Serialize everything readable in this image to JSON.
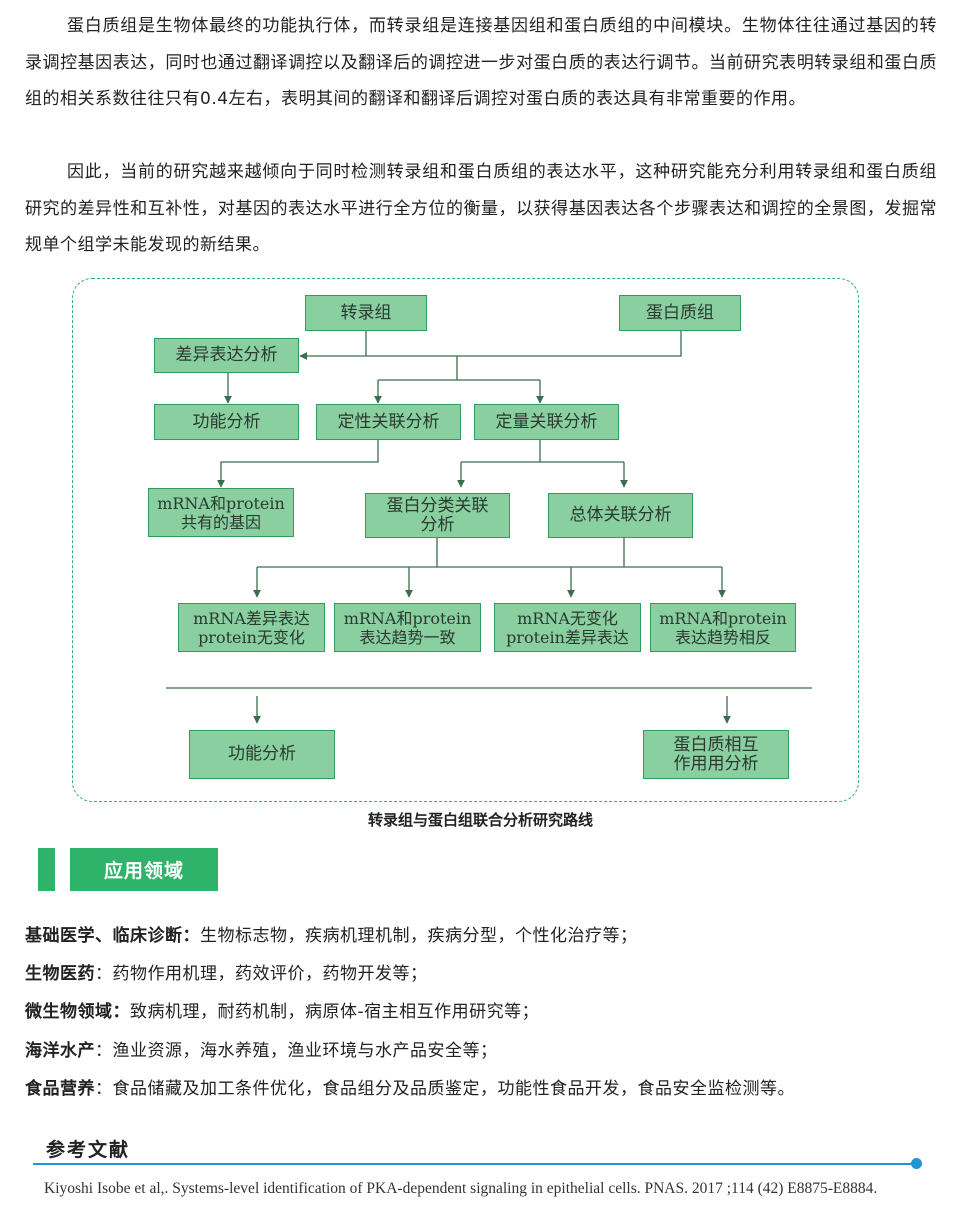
{
  "intro": {
    "p1": "蛋白质组是生物体最终的功能执行体，而转录组是连接基因组和蛋白质组的中间模块。生物体往往通过基因的转录调控基因表达，同时也通过翻译调控以及翻译后的调控进一步对蛋白质的表达行调节。当前研究表明转录组和蛋白质组的相关系数往往只有0.4左右，表明其间的翻译和翻译后调控对蛋白质的表达具有非常重要的作用。",
    "p2": "因此，当前的研究越来越倾向于同时检测转录组和蛋白质组的表达水平，这种研究能充分利用转录组和蛋白质组研究的差异性和互补性，对基因的表达水平进行全方位的衡量，以获得基因表达各个步骤表达和调控的全景图，发掘常规单个组学未能发现的新结果。"
  },
  "diagram": {
    "transcriptome": "转录组",
    "proteome": "蛋白质组",
    "diff_analysis": "差异表达分析",
    "func_analysis_1": "功能分析",
    "qual_assoc": "定性关联分析",
    "quant_assoc": "定量关联分析",
    "shared_genes": [
      "mRNA和protein",
      "共有的基因"
    ],
    "class_assoc": [
      "蛋白分类关联",
      "分析"
    ],
    "overall_assoc": "总体关联分析",
    "pattern1": [
      "mRNA差异表达",
      "protein无变化"
    ],
    "pattern2": [
      "mRNA和protein",
      "表达趋势一致"
    ],
    "pattern3": [
      "mRNA无变化",
      "protein差异表达"
    ],
    "pattern4": [
      "mRNA和protein",
      "表达趋势相反"
    ],
    "func_analysis_2": "功能分析",
    "ppi": [
      "蛋白质相互",
      "作用用分析"
    ],
    "caption": "转录组与蛋白组联合分析研究路线",
    "colors": {
      "box_fill": "#89cfa0",
      "box_border": "#2f9e5c",
      "dashed_frame": "#2fb36a",
      "lines": "#3a6e4e"
    }
  },
  "section": {
    "title": "应用领域",
    "accent": "#2fb36a"
  },
  "applications": [
    {
      "label": "基础医学、临床诊断：",
      "text": "生物标志物，疾病机理机制，疾病分型，个性化治疗等；"
    },
    {
      "label": "生物医药",
      "text": "：药物作用机理，药效评价，药物开发等；"
    },
    {
      "label": "微生物领域：",
      "text": "致病机理，耐药机制，病原体-宿主相互作用研究等；"
    },
    {
      "label": "海洋水产",
      "text": "：渔业资源，海水养殖，渔业环境与水产品安全等；"
    },
    {
      "label": "食品营养",
      "text": "：食品储藏及加工条件优化，食品组分及品质鉴定，功能性食品开发，食品安全监检测等。"
    }
  ],
  "references": {
    "title": "参考文献",
    "text": "Kiyoshi Isobe et al,. Systems-level identification of PKA-dependent signaling in epithelial cells. PNAS. 2017 ;114 (42) E8875-E8884.",
    "accent": "#1f95d2"
  }
}
